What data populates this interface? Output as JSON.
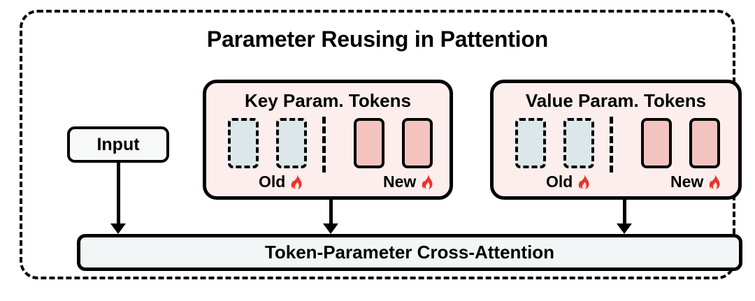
{
  "diagram": {
    "title": "Parameter Reusing in Pattention",
    "input": {
      "label": "Input"
    },
    "panels": [
      {
        "id": "key",
        "title": "Key Param. Tokens",
        "old_label": "Old",
        "new_label": "New",
        "old_slot_count": 2,
        "new_slot_count": 2,
        "flame_icon": "flame-icon"
      },
      {
        "id": "value",
        "title": "Value Param. Tokens",
        "old_label": "Old",
        "new_label": "New",
        "old_slot_count": 2,
        "new_slot_count": 2,
        "flame_icon": "flame-icon"
      }
    ],
    "cross_attention": {
      "label": "Token-Parameter Cross-Attention"
    },
    "arrows": [
      {
        "id": "input-to-cross-attention",
        "direction": "down"
      },
      {
        "id": "key-to-cross-attention",
        "direction": "down"
      },
      {
        "id": "value-to-cross-attention",
        "direction": "down"
      }
    ],
    "colors": {
      "outline": "#000000",
      "panel_background": "#fbeeec",
      "old_token_fill": "#dde7ea",
      "new_token_fill": "#f3c3bf",
      "flame": "#e8342a",
      "bar_background": "#f3f6f6",
      "input_background": "#f7f9f8",
      "page_background": "#ffffff"
    }
  }
}
